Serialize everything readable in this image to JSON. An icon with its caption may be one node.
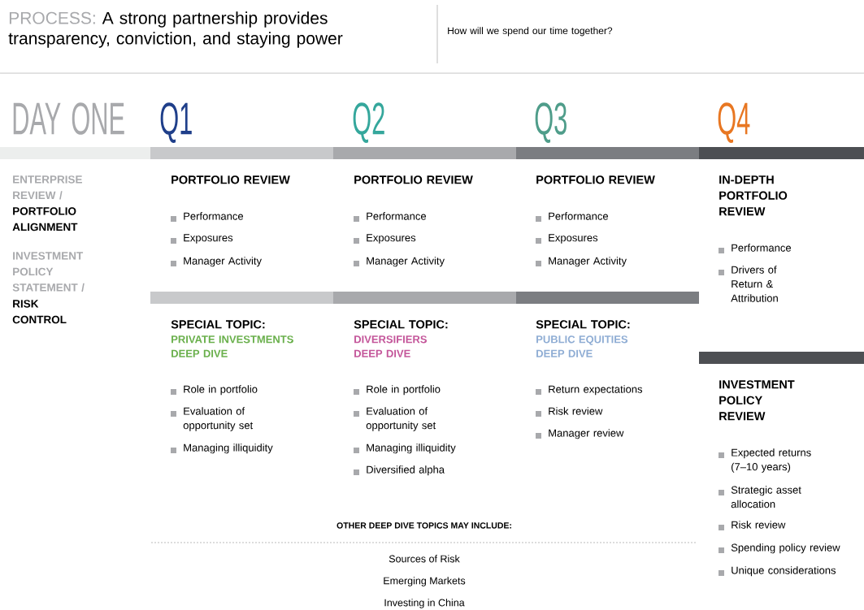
{
  "diagram": {
    "title": "A strong partnership provides transparency, conviction, and staying power",
    "labels": [
      "PROCESS:",
      "How will we spend our time together?",
      "DAY ONE",
      "Q1",
      "Q2",
      "Q3",
      "Q4",
      "ENTERPRISE REVIEW /",
      "PORTFOLIO ALIGNMENT",
      "INVESTMENT POLICY STATEMENT /",
      "RISK CONTROL",
      "PORTFOLIO REVIEW",
      "Performance",
      "Exposures",
      "Manager Activity",
      "SPECIAL TOPIC:",
      "PRIVATE INVESTMENTS DEEP DIVE",
      "Role in portfolio",
      "Evaluation of opportunity set",
      "Managing illiquidity",
      "PORTFOLIO REVIEW",
      "Performance",
      "Exposures",
      "Manager Activity",
      "SPECIAL TOPIC:",
      "DIVERSIFIERS DEEP DIVE",
      "Role in portfolio",
      "Evaluation of opportunity set",
      "Managing illiquidity",
      "Diversified alpha",
      "PORTFOLIO REVIEW",
      "Performance",
      "Exposures",
      "Manager Activity",
      "SPECIAL TOPIC:",
      "PUBLIC EQUITIES DEEP DIVE",
      "Return expectations",
      "Risk review",
      "Manager review",
      "IN-DEPTH PORTFOLIO REVIEW",
      "Performance",
      "Drivers of Return & Attribution",
      "INVESTMENT POLICY REVIEW",
      "Expected returns (7–10 years)",
      "Strategic asset allocation",
      "Risk review",
      "Spending policy review",
      "Unique considerations",
      "OTHER DEEP DIVE TOPICS MAY INCLUDE:",
      "Sources of Risk",
      "Emerging Markets",
      "Investing in China"
    ]
  }
}
